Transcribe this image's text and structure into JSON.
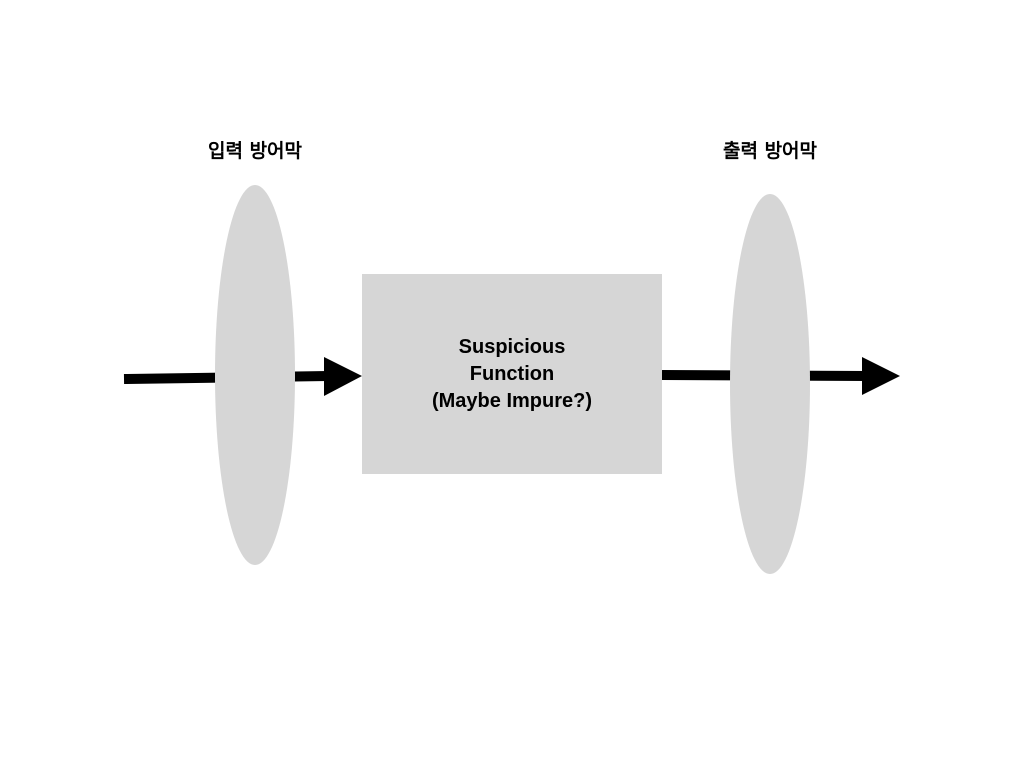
{
  "labels": {
    "input_barrier": "입력 방어막",
    "output_barrier": "출력 방어막"
  },
  "function_box": {
    "line1": "Suspicious",
    "line2": "Function",
    "line3": "(Maybe Impure?)"
  },
  "colors": {
    "shape_fill": "#d6d6d6",
    "arrow": "#000000",
    "background": "#ffffff"
  }
}
